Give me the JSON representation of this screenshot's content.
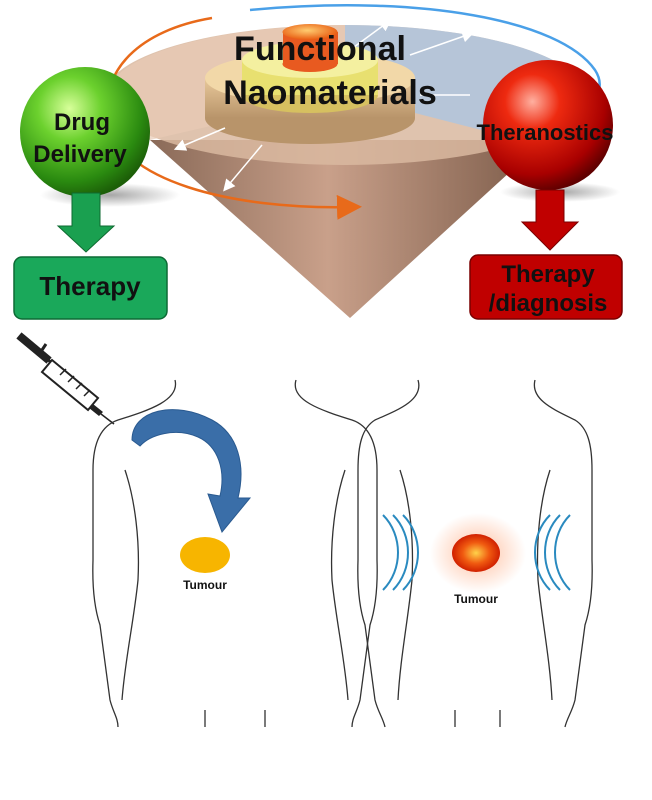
{
  "title": {
    "line1": "Functional",
    "line2": "Naomaterials"
  },
  "left_sphere": {
    "line1": "Drug",
    "line2": "Delivery",
    "color": "#3aa81a"
  },
  "right_sphere": {
    "label": "Theranostics",
    "color": "#c00000"
  },
  "left_box": {
    "label": "Therapy",
    "fill": "#1aa85a"
  },
  "right_box": {
    "line1": "Therapy",
    "line2": "/diagnosis",
    "fill": "#c00000"
  },
  "left_body": {
    "tumour_label": "Tumour",
    "tumour_color": "#f7b500"
  },
  "right_body": {
    "tumour_label": "Tumour",
    "tumour_color": "#e8400a"
  },
  "icons": [
    "syringe-icon",
    "curved-arrow-icon",
    "wave-emitter-icon"
  ]
}
